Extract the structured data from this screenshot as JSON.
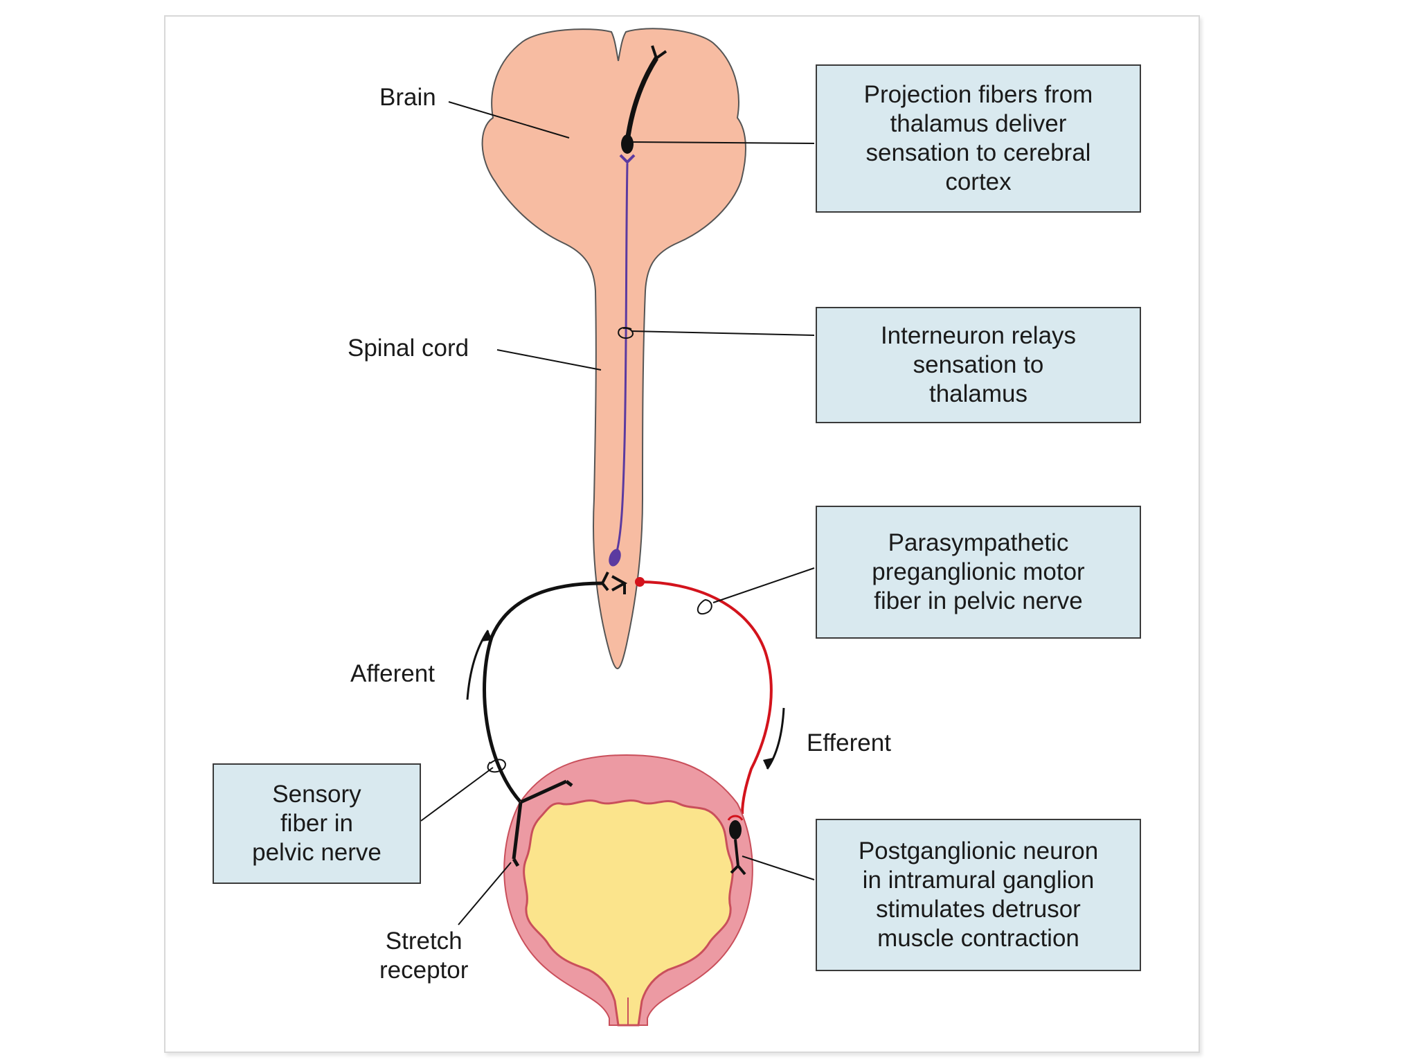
{
  "labels": {
    "brain": "Brain",
    "spinal_cord": "Spinal cord",
    "afferent": "Afferent",
    "efferent": "Efferent",
    "stretch_receptor": "Stretch\nreceptor"
  },
  "boxes": {
    "projection": "Projection fibers from\nthalamus deliver\nsensation to cerebral\ncortex",
    "interneuron": "Interneuron relays\nsensation to\nthalamus",
    "parasympathetic": "Parasympathetic\npreganglionic motor\nfiber in pelvic nerve",
    "sensory": "Sensory\nfiber in\npelvic nerve",
    "postganglionic": "Postganglionic neuron\nin intramural ganglion\nstimulates detrusor\nmuscle contraction"
  },
  "colors": {
    "tissue": "#f7bca2",
    "tissue_outline": "#555555",
    "afferent_neuron": "#111111",
    "interneuron": "#5b3aa0",
    "efferent_neuron": "#d3131c",
    "bladder_wall": "#ec9aa3",
    "bladder_lumen": "#fbe48c",
    "box_fill": "#d9e9ef"
  }
}
